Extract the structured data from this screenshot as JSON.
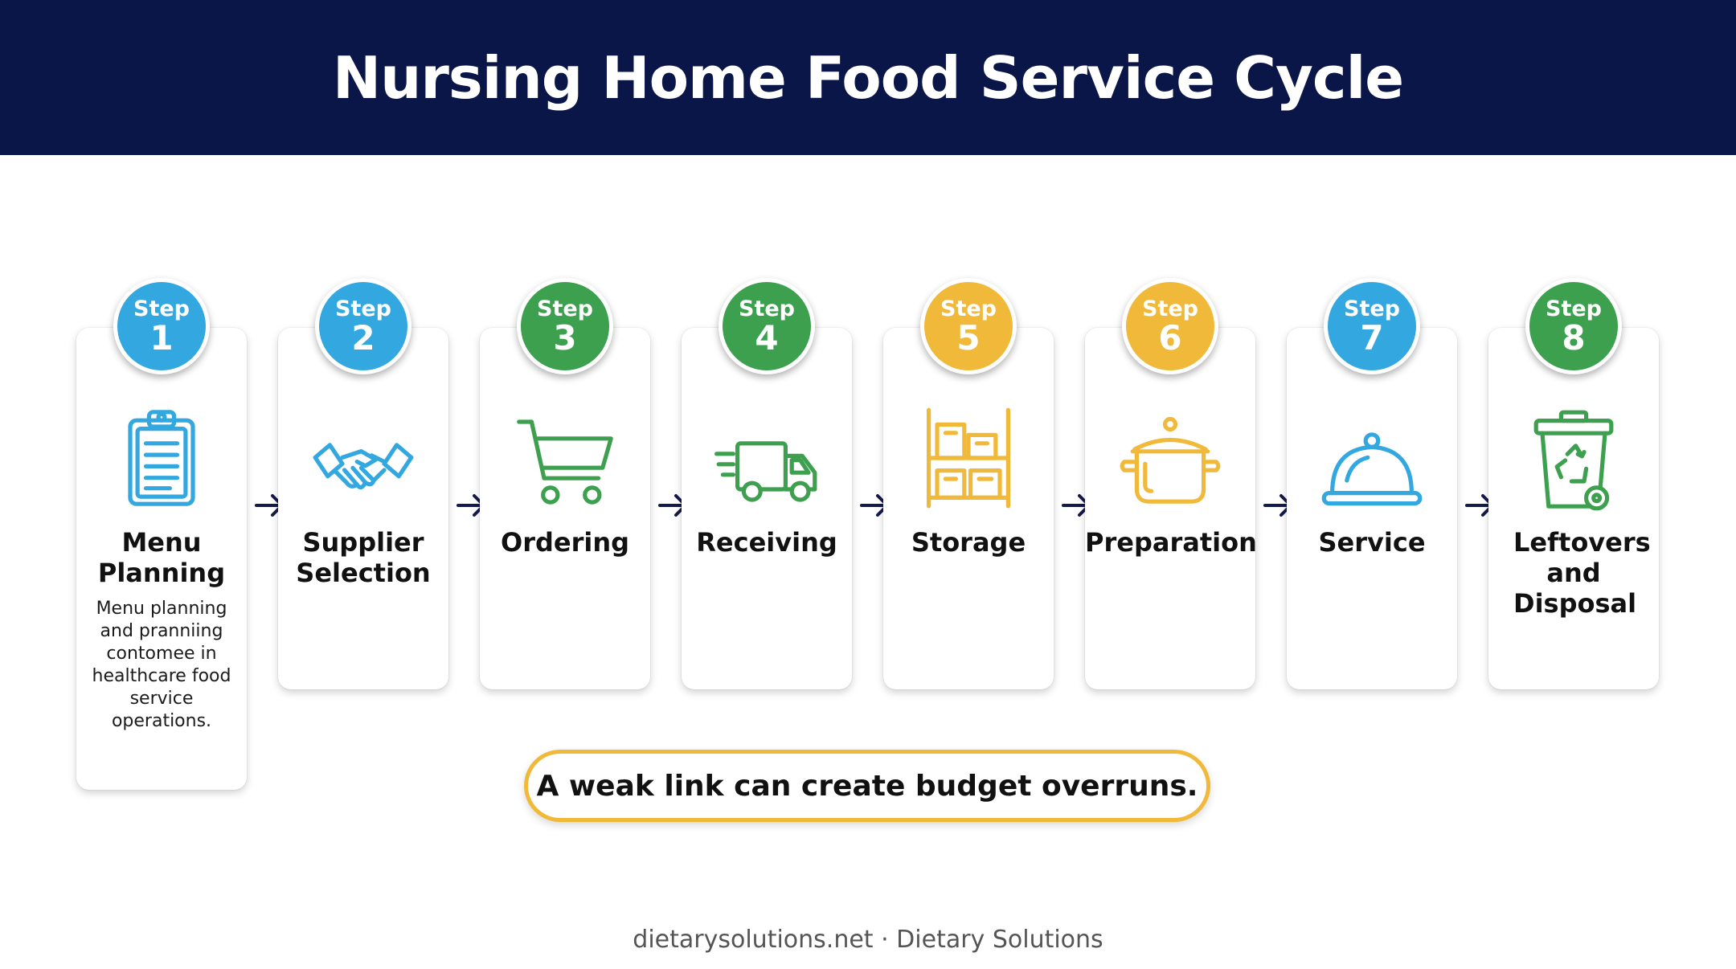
{
  "title": "Nursing Home Food Service Cycle",
  "colors": {
    "header_bg": "#0a1548",
    "blue": "#33a8e0",
    "green": "#3da04f",
    "yellow": "#f0b93a",
    "callout_border": "#f0b93a"
  },
  "steps": [
    {
      "word": "Step",
      "number": "1",
      "color": "#33a8e0",
      "icon": "clipboard-icon",
      "title": "Menu Planning",
      "description": "Menu planning and pranniing contomee in healthcare food service operations."
    },
    {
      "word": "Step",
      "number": "2",
      "color": "#33a8e0",
      "icon": "handshake-icon",
      "title": "Supplier Selection",
      "description": ""
    },
    {
      "word": "Step",
      "number": "3",
      "color": "#3da04f",
      "icon": "shopping-cart-icon",
      "title": "Ordering",
      "description": ""
    },
    {
      "word": "Step",
      "number": "4",
      "color": "#3da04f",
      "icon": "delivery-truck-icon",
      "title": "Receiving",
      "description": ""
    },
    {
      "word": "Step",
      "number": "5",
      "color": "#f0b93a",
      "icon": "storage-shelf-icon",
      "title": "Storage",
      "description": ""
    },
    {
      "word": "Step",
      "number": "6",
      "color": "#f0b93a",
      "icon": "cooking-pot-icon",
      "title": "Preparation",
      "description": ""
    },
    {
      "word": "Step",
      "number": "7",
      "color": "#33a8e0",
      "icon": "serving-cloche-icon",
      "title": "Service",
      "description": ""
    },
    {
      "word": "Step",
      "number": "8",
      "color": "#3da04f",
      "icon": "recycle-bin-icon",
      "title": "Leftovers and Disposal",
      "description": ""
    }
  ],
  "callout": "A weak link can create budget overruns.",
  "footer": "dietarysolutions.net · Dietary Solutions"
}
